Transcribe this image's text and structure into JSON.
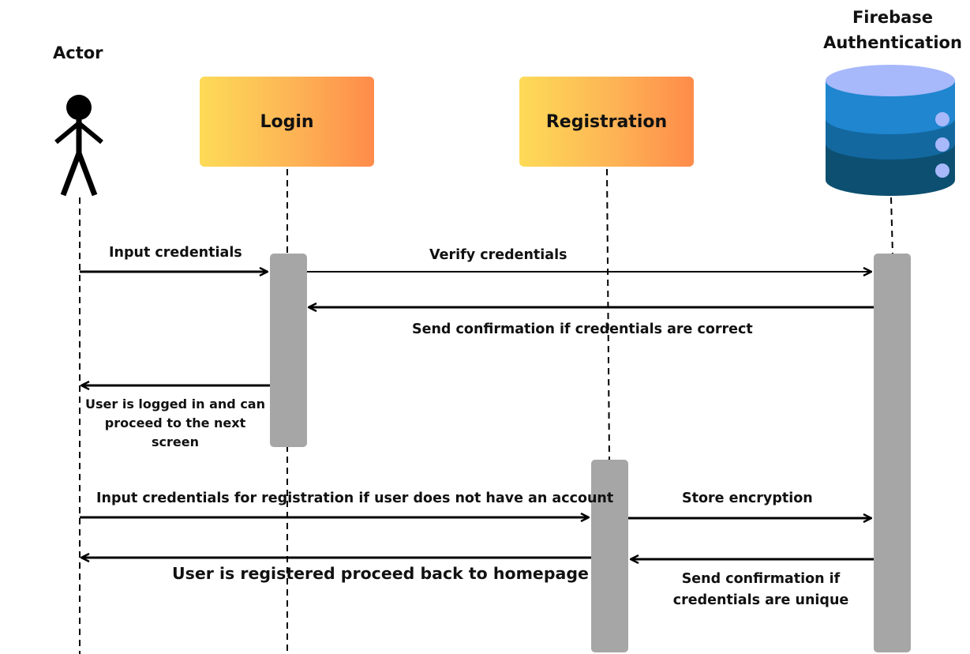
{
  "participants": {
    "actor": "Actor",
    "login": "Login",
    "registration": "Registration",
    "firebase": "Firebase Authentication"
  },
  "messages": {
    "input_credentials": "Input credentials",
    "verify_credentials": "Verify credentials",
    "send_confirmation_correct": "Send confirmation if credentials are correct",
    "user_logged_in": "User is logged in and can proceed to the next screen",
    "input_registration": "Input credentials for registration if user does not have an account",
    "store_encryption": "Store encryption",
    "user_registered": "User is registered proceed back to homepage",
    "send_confirmation_unique": "Send confirmation if credentials are unique"
  },
  "colors": {
    "activation_bar": "#a6a6a6",
    "box_gradient_start": "#fddb57",
    "box_gradient_end": "#fe8b4a",
    "db_top": "#a7b8fb",
    "db_layer1": "#1f86cf",
    "db_layer2": "#13689f",
    "db_layer3": "#0c4f70",
    "db_dots": "#a7b8fb",
    "ink": "#000000"
  },
  "icons": {
    "actor": "stick-figure-icon",
    "firebase": "database-cylinder-icon"
  }
}
